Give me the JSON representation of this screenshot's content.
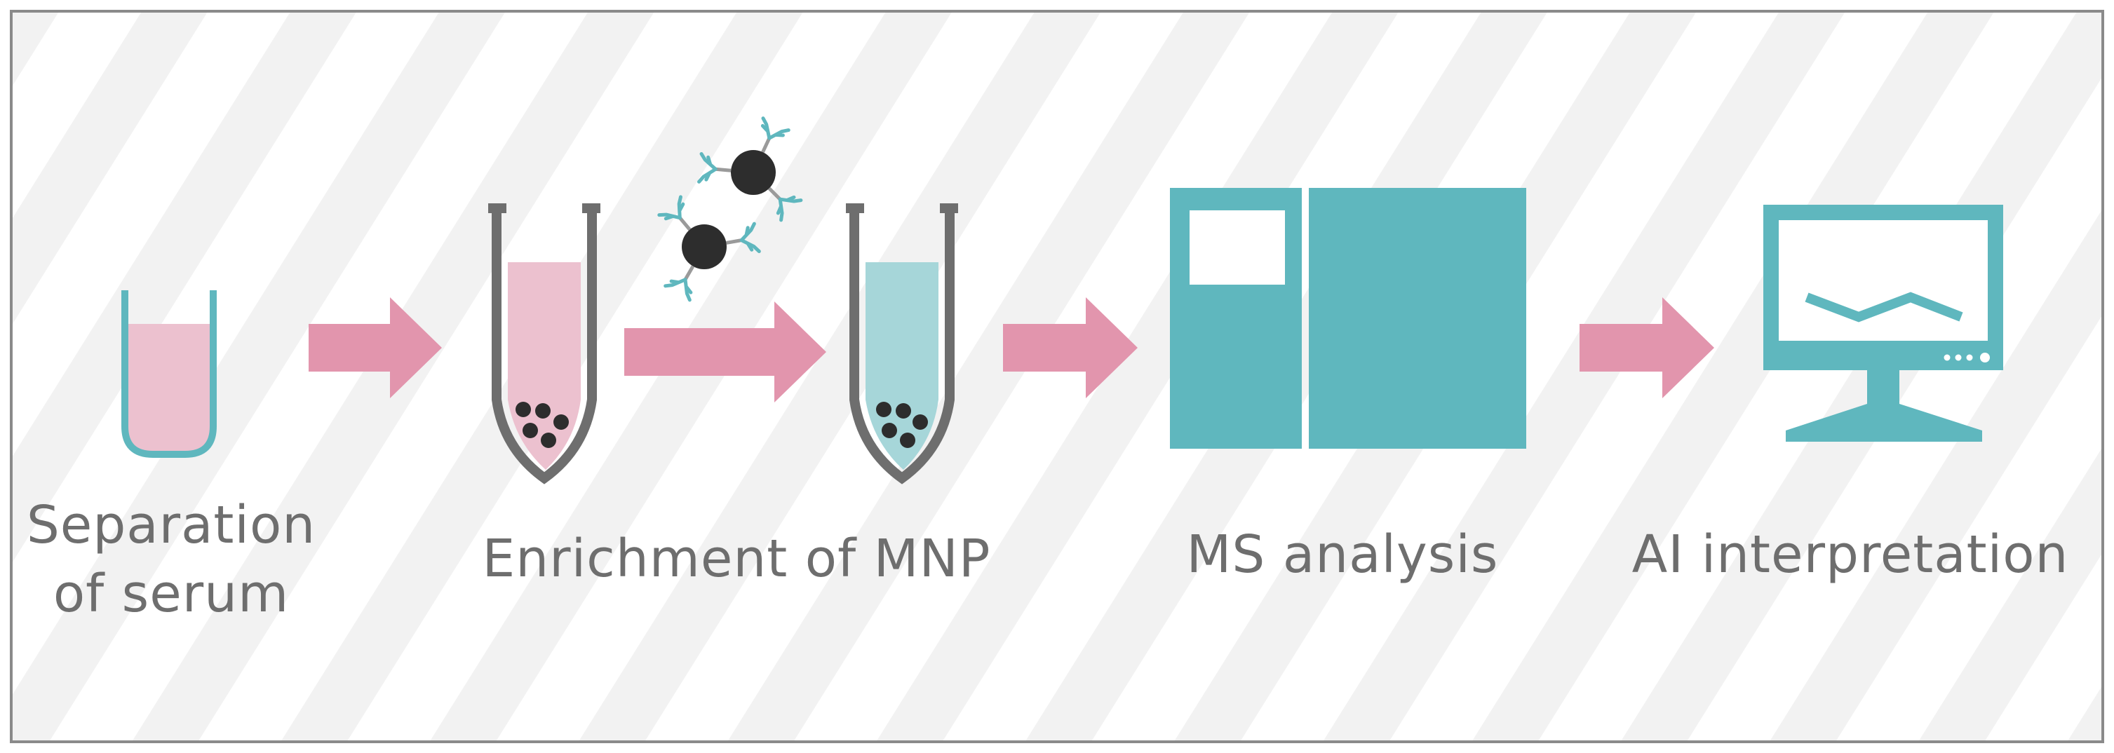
{
  "steps": [
    {
      "label_lines": [
        "Separation",
        "of serum"
      ]
    },
    {
      "label_lines": [
        "Enrichment of MNP"
      ]
    },
    {
      "label_lines": [
        "MS analysis"
      ]
    },
    {
      "label_lines": [
        "AI interpretation"
      ]
    }
  ],
  "colors": {
    "teal": "#5fb7be",
    "pink": "#e295ad",
    "pink_light": "#ecc1cf",
    "teal_light": "#a6d6d9",
    "tube_gray": "#6e6e6e",
    "bead": "#2d2d2d",
    "stripe": "#f2f2f2",
    "border": "#8a8a8a"
  },
  "icons": [
    "beaker-icon",
    "tube-with-beads-icon",
    "nanoparticle-icon",
    "mass-spectrometer-icon",
    "monitor-chart-icon"
  ]
}
